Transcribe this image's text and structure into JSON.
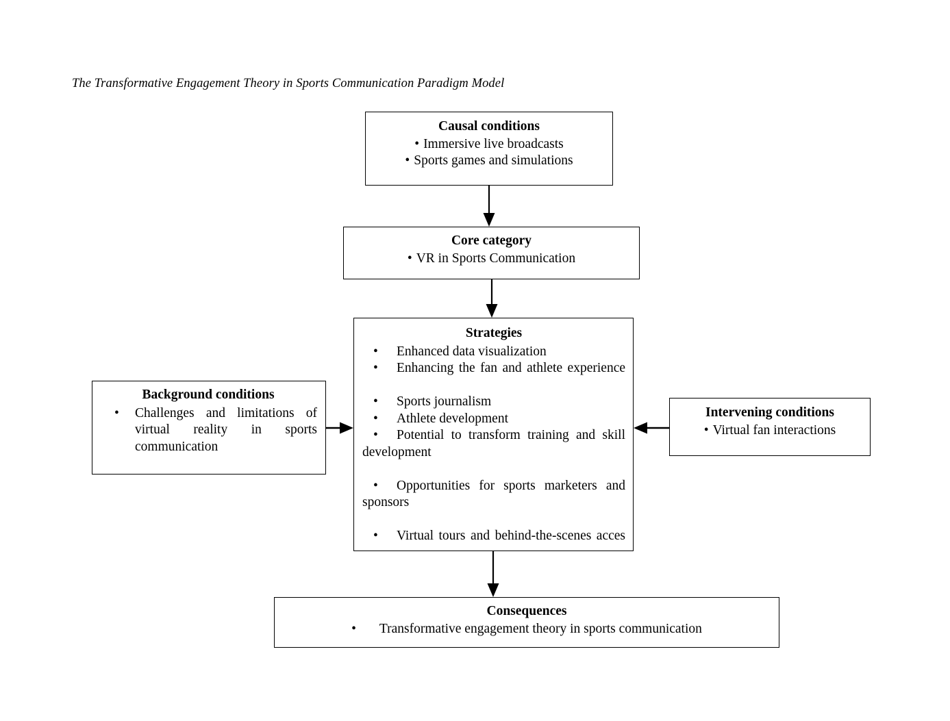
{
  "document": {
    "title": "The Transformative Engagement Theory in Sports Communication Paradigm Model"
  },
  "diagram": {
    "type": "paradigm-model-flowchart",
    "bullet_glyph": "•",
    "colors": {
      "stroke": "#000000",
      "text": "#000000",
      "background": "#ffffff"
    },
    "nodes": {
      "causal": {
        "title": "Causal conditions",
        "items": [
          "Immersive live broadcasts",
          "Sports games and simulations"
        ]
      },
      "core": {
        "title": "Core category",
        "items": [
          "VR in Sports Communication"
        ]
      },
      "strategies": {
        "title": "Strategies",
        "items": [
          "Enhanced data visualization",
          "Enhancing the fan and athlete experience",
          "Sports journalism",
          "Athlete development",
          "Potential to transform training and skill development",
          "Opportunities for sports marketers and sponsors",
          "Virtual tours and behind-the-scenes acces"
        ]
      },
      "background": {
        "title": "Background conditions",
        "items": [
          "Challenges and limitations of virtual reality in sports communication"
        ]
      },
      "intervening": {
        "title": "Intervening conditions",
        "items": [
          "Virtual fan interactions"
        ]
      },
      "consequences": {
        "title": "Consequences",
        "items": [
          "Transformative engagement theory in sports communication"
        ]
      }
    },
    "connectors": [
      {
        "name": "causal-to-core",
        "from": "causal",
        "to": "core",
        "direction": "down"
      },
      {
        "name": "core-to-strategies",
        "from": "core",
        "to": "strategies",
        "direction": "down"
      },
      {
        "name": "background-to-strategies",
        "from": "background",
        "to": "strategies",
        "direction": "right"
      },
      {
        "name": "intervening-to-strategies",
        "from": "intervening",
        "to": "strategies",
        "direction": "left"
      },
      {
        "name": "strategies-to-consequences",
        "from": "strategies",
        "to": "consequences",
        "direction": "down"
      }
    ]
  }
}
